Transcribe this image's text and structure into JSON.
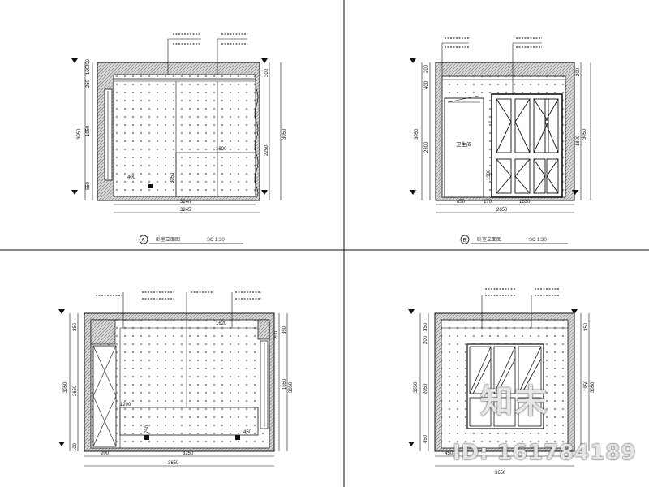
{
  "drawing": {
    "line_color": "#111111",
    "hatch_color": "#9a9a9a",
    "panels": [
      {
        "key": "A",
        "label_letter": "A",
        "caption": "卧室立面图",
        "scale": "SC 1:30",
        "dims_bottom": [
          "3240",
          "3245"
        ],
        "dims_left": [
          "3050",
          "1950",
          "550",
          "250",
          "100",
          "200"
        ],
        "dims_right": [
          "3050",
          "300",
          "2250"
        ],
        "dims_inner": [
          "400",
          "3050",
          "1600"
        ]
      },
      {
        "key": "B",
        "label_letter": "B",
        "caption": "卧室立面图",
        "scale": "SC 1:30",
        "door_text": "卫生间",
        "dims_bottom": [
          "850",
          "170",
          "1630",
          "2650"
        ],
        "dims_left": [
          "3050",
          "2300",
          "400",
          "200"
        ],
        "dims_right": [
          "3050",
          "1800",
          "200"
        ],
        "dims_inner": [
          "1300"
        ]
      },
      {
        "key": "C",
        "dims_bottom": [
          "200",
          "3250",
          "3650"
        ],
        "dims_left": [
          "3050",
          "2650",
          "350",
          "100"
        ],
        "dims_right": [
          "3050",
          "1650",
          "200",
          "350"
        ],
        "dims_inner": [
          "1620",
          "1200",
          "750",
          "450"
        ]
      },
      {
        "key": "D",
        "dims_bottom": [
          "450",
          "3650"
        ],
        "dims_left": [
          "3050",
          "2050",
          "450",
          "200",
          "350"
        ],
        "dims_right": [
          "3050",
          "1950",
          "350"
        ],
        "dims_inner": []
      }
    ]
  },
  "watermark": {
    "logo_text": "知末",
    "id_text": "ID: 161784189"
  }
}
